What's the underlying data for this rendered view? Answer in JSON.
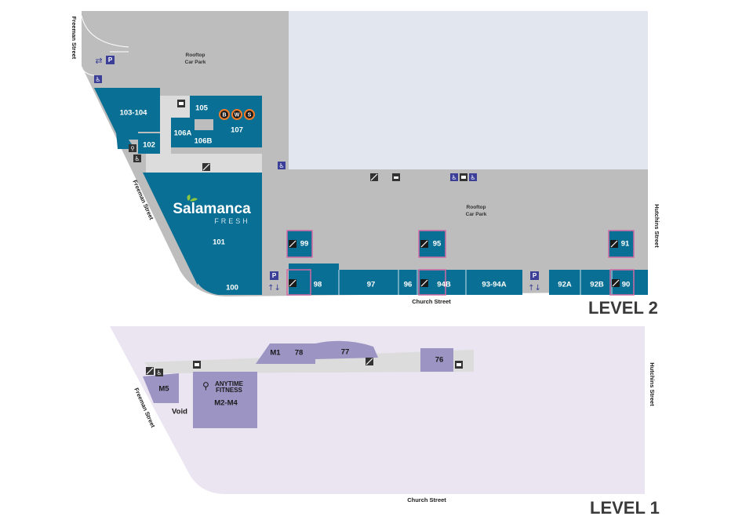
{
  "colors": {
    "level2_tenant": "#0a6f94",
    "level1_tenant": "#9c95c4",
    "car_park": "#bdbdbd",
    "open_space": "#e2e6ef",
    "level1_floor": "#ebe5f1",
    "walkway": "#dcdcdc",
    "accent_pink": "#d46aa3",
    "access_icon": "#3b3f98"
  },
  "level2": {
    "title": "LEVEL 2",
    "streets": {
      "freeman_top": "Freeman Street",
      "freeman_mid": "Freeman Street",
      "hutchins": "Hutchins Street",
      "church": "Church Street"
    },
    "carparks": {
      "upper_line1": "Rooftop",
      "upper_line2": "Car Park",
      "lower_line1": "Rooftop",
      "lower_line2": "Car Park"
    },
    "brands": {
      "salamanca_main": "Salamanca",
      "salamanca_sub": "FRESH",
      "bws": [
        "B",
        "W",
        "S"
      ]
    },
    "parking_letter": "P",
    "tenants": {
      "t103": "103-104",
      "t105": "105",
      "t106a": "106A",
      "t106b": "106B",
      "t107": "107",
      "t102": "102",
      "t101": "101",
      "t100": "100",
      "t99": "99",
      "t95": "95",
      "t91": "91",
      "t98": "98",
      "t97": "97",
      "t96": "96",
      "t94b": "94B",
      "t9394a": "93-94A",
      "t92a": "92A",
      "t92b": "92B",
      "t90": "90"
    }
  },
  "level1": {
    "title": "LEVEL 1",
    "streets": {
      "freeman": "Freeman Street",
      "hutchins": "Hutchins Street",
      "church": "Church Street"
    },
    "brands": {
      "anytime_line1": "ANYTIME",
      "anytime_line2": "FITNESS"
    },
    "tenants": {
      "m1": "M1",
      "t78": "78",
      "t77": "77",
      "t76": "76",
      "m5": "M5",
      "m2m4": "M2-M4",
      "void": "Void"
    }
  }
}
